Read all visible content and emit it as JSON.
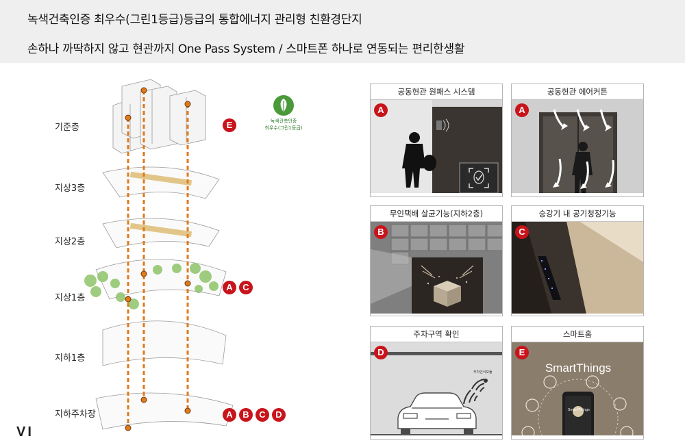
{
  "header": {
    "line1": "녹색건축인증 최우수(그린1등급)등급의 통합에너지 관리형 친환경단지",
    "line2": "손하나 까딱하지 않고 현관까지 One Pass System / 스마트폰 하나로 연동되는 편리한생활"
  },
  "diagram": {
    "floors": [
      {
        "label": "기준층",
        "badges": [
          "E"
        ]
      },
      {
        "label": "지상3층",
        "badges": []
      },
      {
        "label": "지상2층",
        "badges": []
      },
      {
        "label": "지상1층",
        "badges": [
          "A",
          "C"
        ]
      },
      {
        "label": "지하1층",
        "badges": []
      },
      {
        "label": "지하주차장",
        "badges": [
          "A",
          "B",
          "C",
          "D"
        ]
      }
    ],
    "certification": {
      "name": "녹색건축인증",
      "sub": "최우수(그린1등급)",
      "icon": "leaf-logo-icon"
    }
  },
  "brand": {
    "logo_text": "VI"
  },
  "panels": [
    {
      "title": "공동현관 원패스 시스템",
      "badge": "A",
      "icon": "face-recognition-icon"
    },
    {
      "title": "공동현관 에어커튼",
      "badge": "A",
      "icon": "air-curtain-arrows-icon"
    },
    {
      "title": "무인택배 살균기능(지하2층)",
      "badge": "B",
      "icon": "parcel-box-icon"
    },
    {
      "title": "승강기 내 공기청정기능",
      "badge": "C",
      "icon": "elevator-display-icon"
    },
    {
      "title": "주차구역 확인",
      "badge": "D",
      "icon": "parking-signal-icon",
      "sign_text": "주차인식모듈"
    },
    {
      "title": "스마트홈",
      "badge": "E",
      "logo": "SmartThings",
      "phone_label": "SmartThings"
    }
  ],
  "colors": {
    "badge": "#c8141b",
    "dashed_line": "#e07a1a",
    "header_bg": "#efefef",
    "greenery": "#8fc46a"
  }
}
